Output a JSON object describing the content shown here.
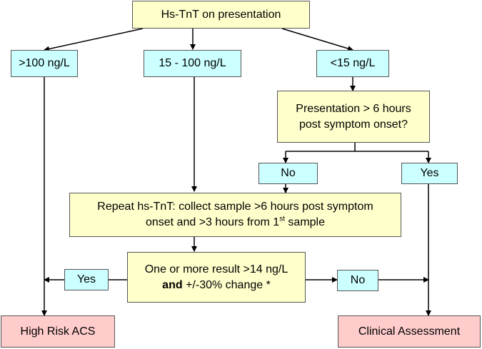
{
  "flowchart": {
    "start": "Hs-TnT on presentation",
    "branch_high": ">100 ng/L",
    "branch_mid": "15 - 100 ng/L",
    "branch_low": "<15 ng/L",
    "presentation_q_line1": "Presentation > 6 hours",
    "presentation_q_line2": "post symptom onset?",
    "presentation_no": "No",
    "presentation_yes": "Yes",
    "repeat_line1": "Repeat hs-TnT:  collect sample >6 hours post symptom",
    "repeat_line2a": "onset and >3 hours from 1",
    "repeat_line2_sup": "st",
    "repeat_line2b": " sample",
    "result_line1": "One or more result >14 ng/L",
    "result_line2_bold": "and",
    "result_line2_rest": " +/-30% change *",
    "result_yes": "Yes",
    "result_no": "No",
    "outcome_high": "High Risk ACS",
    "outcome_clinical": "Clinical Assessment"
  },
  "colors": {
    "process_box": "#ffffcc",
    "decision_label": "#ccffff",
    "outcome_box": "#ffcccc",
    "line": "#000000"
  }
}
